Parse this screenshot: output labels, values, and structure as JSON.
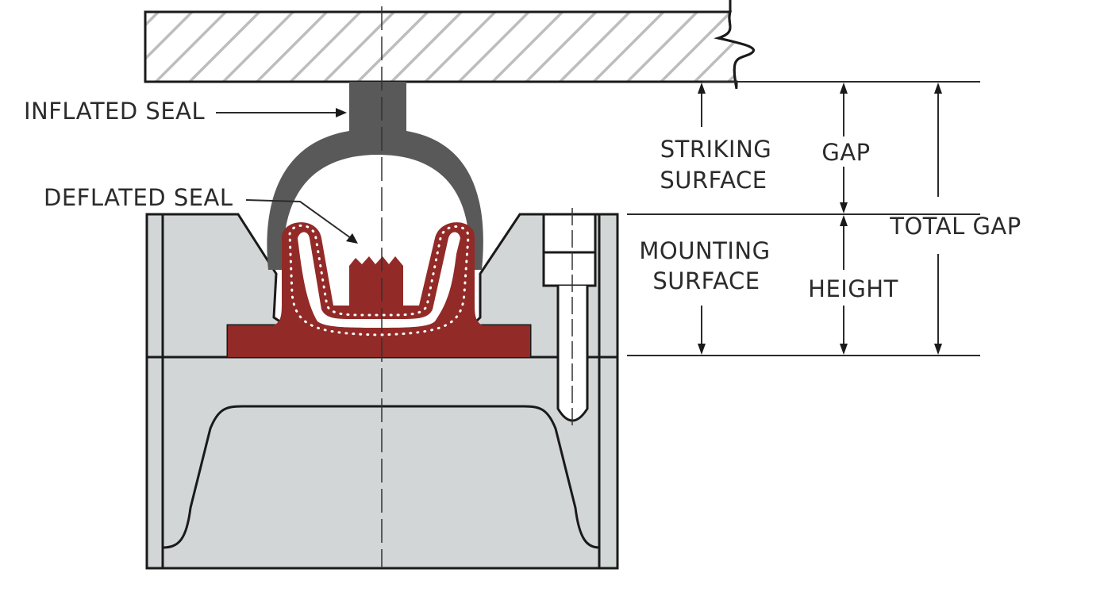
{
  "labels": {
    "inflated_seal": "INFLATED SEAL",
    "deflated_seal": "DEFLATED SEAL",
    "striking_surface_1": "STRIKING",
    "striking_surface_2": "SURFACE",
    "mounting_surface_1": "MOUNTING",
    "mounting_surface_2": "SURFACE",
    "gap": "GAP",
    "height": "HEIGHT",
    "total_gap": "TOTAL GAP"
  },
  "colors": {
    "deflated_seal": "#922a28",
    "inflated_seal": "#595959",
    "housing": "#d3d6d6",
    "hatch": "#bdbdbd"
  }
}
